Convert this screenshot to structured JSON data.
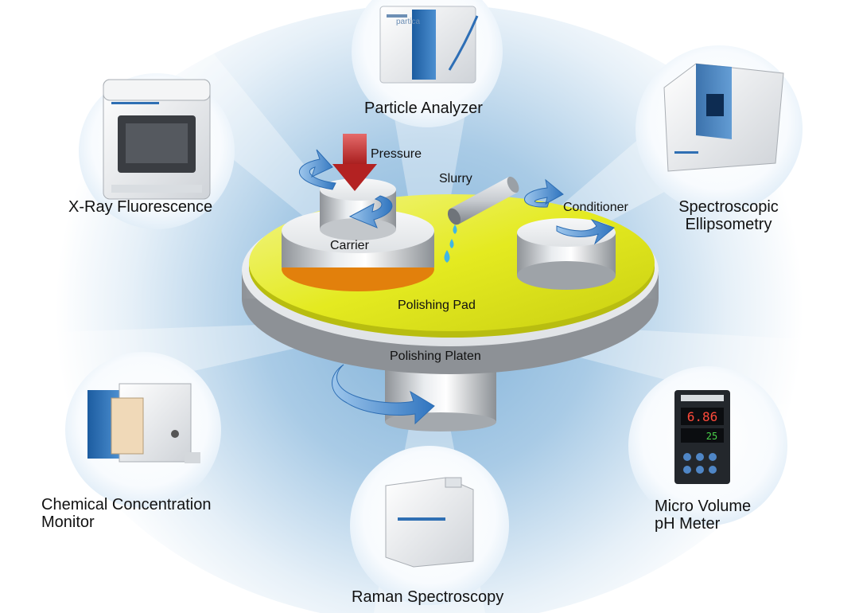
{
  "instruments": {
    "particle_analyzer": "Particle Analyzer",
    "xray": "X-Ray Fluorescence",
    "ellipsometry_line1": "Spectroscopic",
    "ellipsometry_line2": "Ellipsometry",
    "chemical_line1": "Chemical Concentration",
    "chemical_line2": "Monitor",
    "ph_line1": "Micro Volume",
    "ph_line2": "pH Meter",
    "raman": "Raman Spectroscopy"
  },
  "cmp": {
    "pressure": "Pressure",
    "slurry": "Slurry",
    "conditioner": "Conditioner",
    "carrier": "Carrier",
    "pad": "Polishing Pad",
    "platen": "Polishing Platen"
  },
  "device_text": {
    "particle_brand": "partica",
    "ph_display_top": "6.86",
    "ph_display_bottom": "25"
  },
  "colors": {
    "halo": "#bcd6ea",
    "pad": "#e4ea20",
    "arrow": "#3f87c9",
    "pressure_arrow": "#c02a2a",
    "instrument_blue": "#1f63a8"
  }
}
